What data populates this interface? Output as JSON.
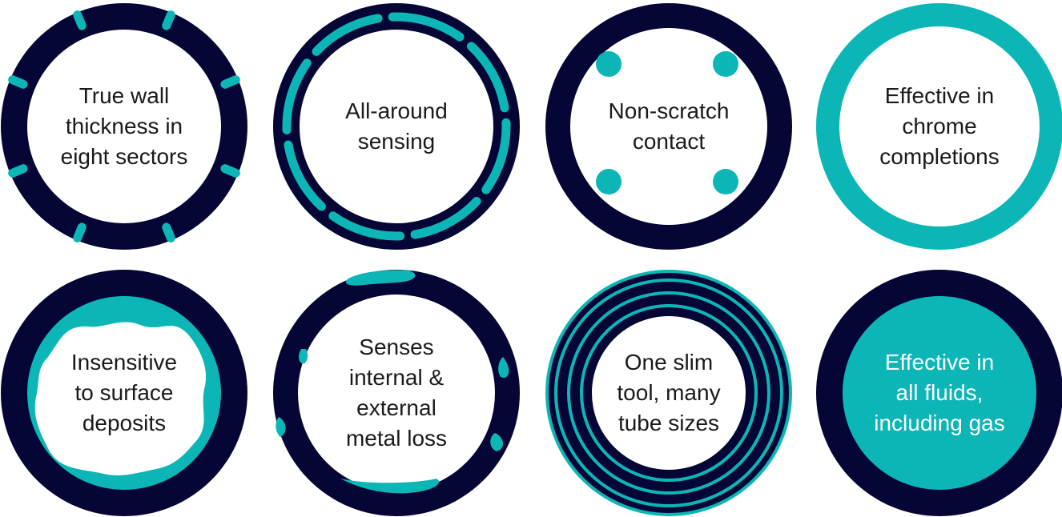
{
  "colors": {
    "navy": "#050536",
    "teal": "#0cb6b6",
    "white": "#ffffff",
    "text": "#1a1a1a"
  },
  "features": [
    {
      "id": "eight-sectors",
      "lines": [
        "True wall",
        "thickness in",
        "eight sectors"
      ]
    },
    {
      "id": "all-around",
      "lines": [
        "All-around",
        "sensing"
      ]
    },
    {
      "id": "non-scratch",
      "lines": [
        "Non-scratch",
        "contact"
      ]
    },
    {
      "id": "chrome",
      "lines": [
        "Effective in",
        "chrome",
        "completions"
      ]
    },
    {
      "id": "deposits",
      "lines": [
        "Insensitive",
        "to surface",
        "deposits"
      ]
    },
    {
      "id": "metal-loss",
      "lines": [
        "Senses",
        "internal &",
        "external",
        "metal loss"
      ]
    },
    {
      "id": "tube-sizes",
      "lines": [
        "One slim",
        "tool, many",
        "tube sizes"
      ]
    },
    {
      "id": "fluids",
      "lines": [
        "Effective in",
        "all fluids,",
        "including gas"
      ]
    }
  ]
}
